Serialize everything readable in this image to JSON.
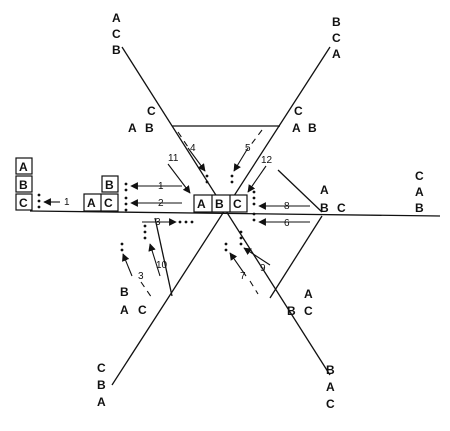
{
  "stacks": {
    "top_left": [
      "A",
      "C",
      "B"
    ],
    "top_right": [
      "B",
      "C",
      "A"
    ],
    "inner_upper_left": [
      "C",
      "A",
      "B"
    ],
    "inner_upper_right": [
      "C",
      "A",
      "B"
    ],
    "right_far": [
      "C",
      "A",
      "B"
    ],
    "right_inner": [
      "A",
      "B",
      "C"
    ],
    "lower_left_inner": [
      "B",
      "A",
      "C"
    ],
    "lower_right_inner": [
      "A",
      "B",
      "C"
    ],
    "bottom_left": [
      "C",
      "B",
      "A"
    ],
    "bottom_right": [
      "B",
      "A",
      "C"
    ]
  },
  "boxes": {
    "left_stack": [
      "A",
      "B",
      "C"
    ],
    "mid_top": "B",
    "mid_pair": [
      "A",
      "C"
    ],
    "center_triple": [
      "A",
      "B",
      "C"
    ]
  },
  "move_labels": [
    "1",
    "1",
    "2",
    "3",
    "3",
    "4",
    "5",
    "6",
    "7",
    "8",
    "9",
    "10",
    "11",
    "12"
  ]
}
